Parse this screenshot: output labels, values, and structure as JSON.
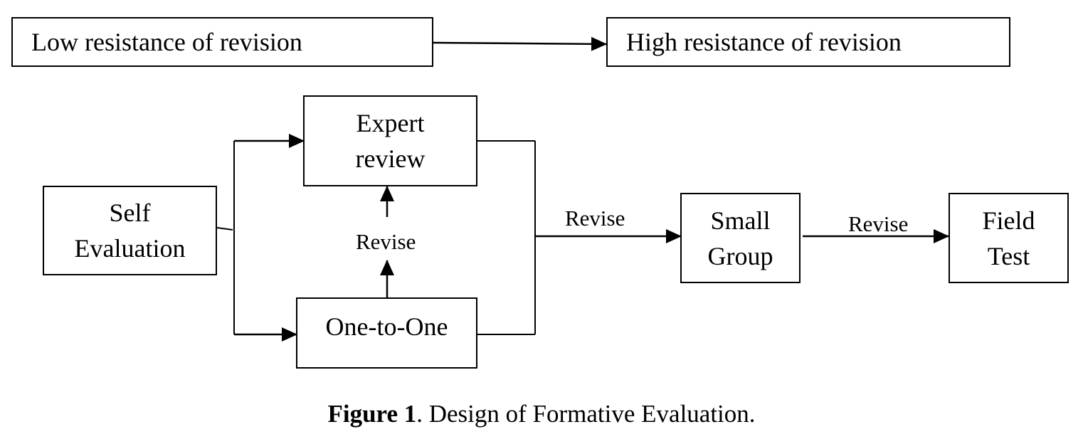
{
  "resistance_scale": {
    "low_label": "Low resistance of revision",
    "high_label": "High resistance of revision"
  },
  "nodes": {
    "self_evaluation": [
      "Self",
      "Evaluation"
    ],
    "expert_review": [
      "Expert",
      "review"
    ],
    "one_to_one": "One-to-One",
    "small_group": [
      "Small",
      "Group"
    ],
    "field_test": [
      "Field",
      "Test"
    ]
  },
  "edge_labels": {
    "one_to_one_to_expert": "Revise",
    "merge_to_small_group": "Revise",
    "small_group_to_field_test": "Revise"
  },
  "caption": {
    "figure_number": "Figure 1",
    "text": ". Design of Formative Evaluation."
  }
}
